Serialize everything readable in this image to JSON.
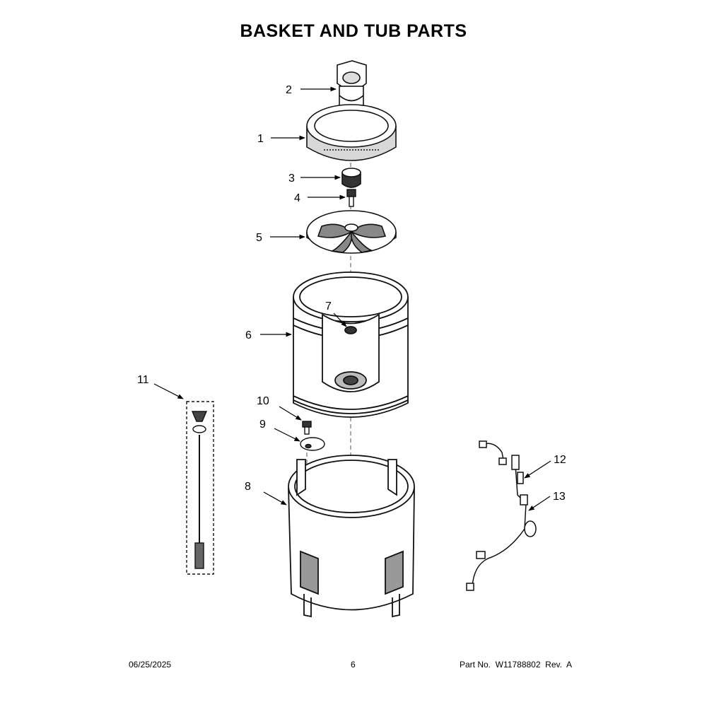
{
  "title": "BASKET AND TUB PARTS",
  "callouts": [
    "1",
    "2",
    "3",
    "4",
    "5",
    "6",
    "7",
    "8",
    "9",
    "10",
    "11",
    "12",
    "13"
  ],
  "footer": {
    "date": "06/25/2025",
    "page": "6",
    "part": "Part No.  W11788802  Rev.  A"
  }
}
